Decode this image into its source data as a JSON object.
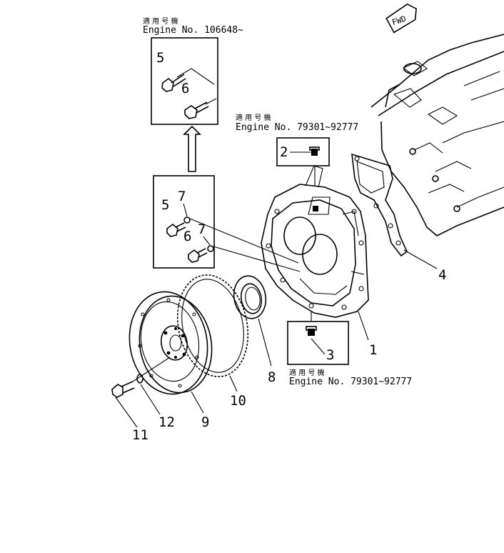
{
  "fwd_label": "FWD",
  "callouts": {
    "upper_box": {
      "jp": "適 用 号 機",
      "engine": "Engine No. 106648~"
    },
    "mid_box": {
      "jp": "適 用 号 機",
      "engine": "Engine No. 79301~92777"
    },
    "lower_box": {
      "jp": "適 用 号 機",
      "engine": "Engine No. 79301~92777"
    }
  },
  "part_numbers": {
    "p1": "1",
    "p2": "2",
    "p3": "3",
    "p4": "4",
    "p5a": "5",
    "p5b": "5",
    "p6a": "6",
    "p6b": "6",
    "p7a": "7",
    "p7b": "7",
    "p8": "8",
    "p9": "9",
    "p10": "10",
    "p11": "11",
    "p12": "12"
  }
}
